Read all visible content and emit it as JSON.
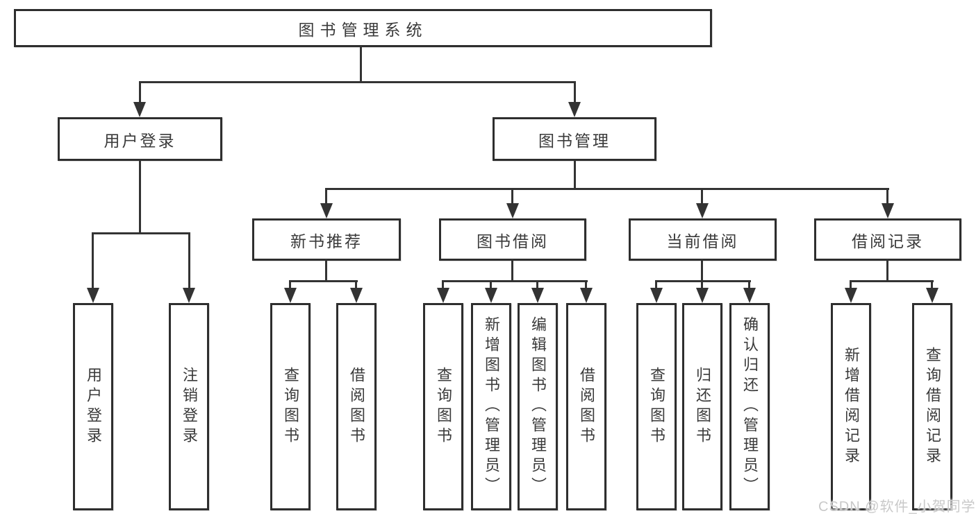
{
  "tree": {
    "label": "图书管理系统",
    "children": [
      {
        "label": "用户登录",
        "children": [
          {
            "label": "用户登录"
          },
          {
            "label": "注销登录"
          }
        ]
      },
      {
        "label": "图书管理",
        "children": [
          {
            "label": "新书推荐",
            "children": [
              {
                "label": "查询图书"
              },
              {
                "label": "借阅图书"
              }
            ]
          },
          {
            "label": "图书借阅",
            "children": [
              {
                "label": "查询图书"
              },
              {
                "label": "新增图书（管理员）"
              },
              {
                "label": "编辑图书（管理员）"
              },
              {
                "label": "借阅图书"
              }
            ]
          },
          {
            "label": "当前借阅",
            "children": [
              {
                "label": "查询图书"
              },
              {
                "label": "归还图书"
              },
              {
                "label": "确认归还（管理员）"
              }
            ]
          },
          {
            "label": "借阅记录",
            "children": [
              {
                "label": "新增借阅记录"
              },
              {
                "label": "查询借阅记录"
              }
            ]
          }
        ]
      }
    ]
  },
  "watermark": {
    "text": "CSDN @软件_小贺同学"
  },
  "colors": {
    "line": "#333333",
    "box_border": "#2e2e2e",
    "text": "#3a3a3a",
    "watermark": "#c9c9c9",
    "background": "#ffffff"
  }
}
